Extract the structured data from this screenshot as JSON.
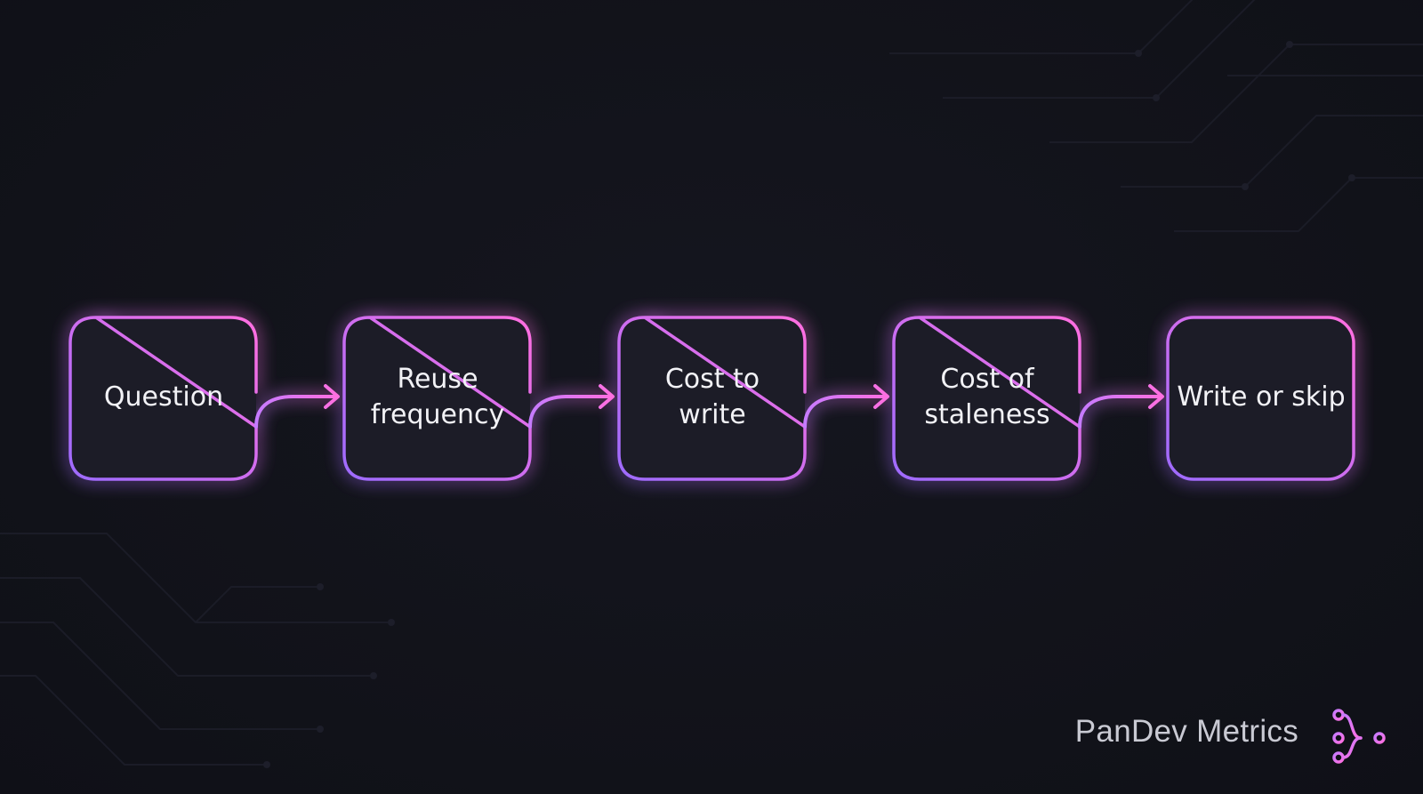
{
  "steps": [
    {
      "label": "Question"
    },
    {
      "label": "Reuse frequency"
    },
    {
      "label": "Cost to write"
    },
    {
      "label": "Cost of staleness"
    },
    {
      "label": "Write or skip"
    }
  ],
  "brand": {
    "name": "PanDev Metrics",
    "logo_icon": "branching-nodes-icon"
  },
  "colors": {
    "background": "#12131c",
    "node_fill": "#1c1c27",
    "gradient_start": "#9d6bff",
    "gradient_end": "#ff6fe0",
    "text": "#f2f2f6",
    "brand_text": "#c9cad3"
  }
}
